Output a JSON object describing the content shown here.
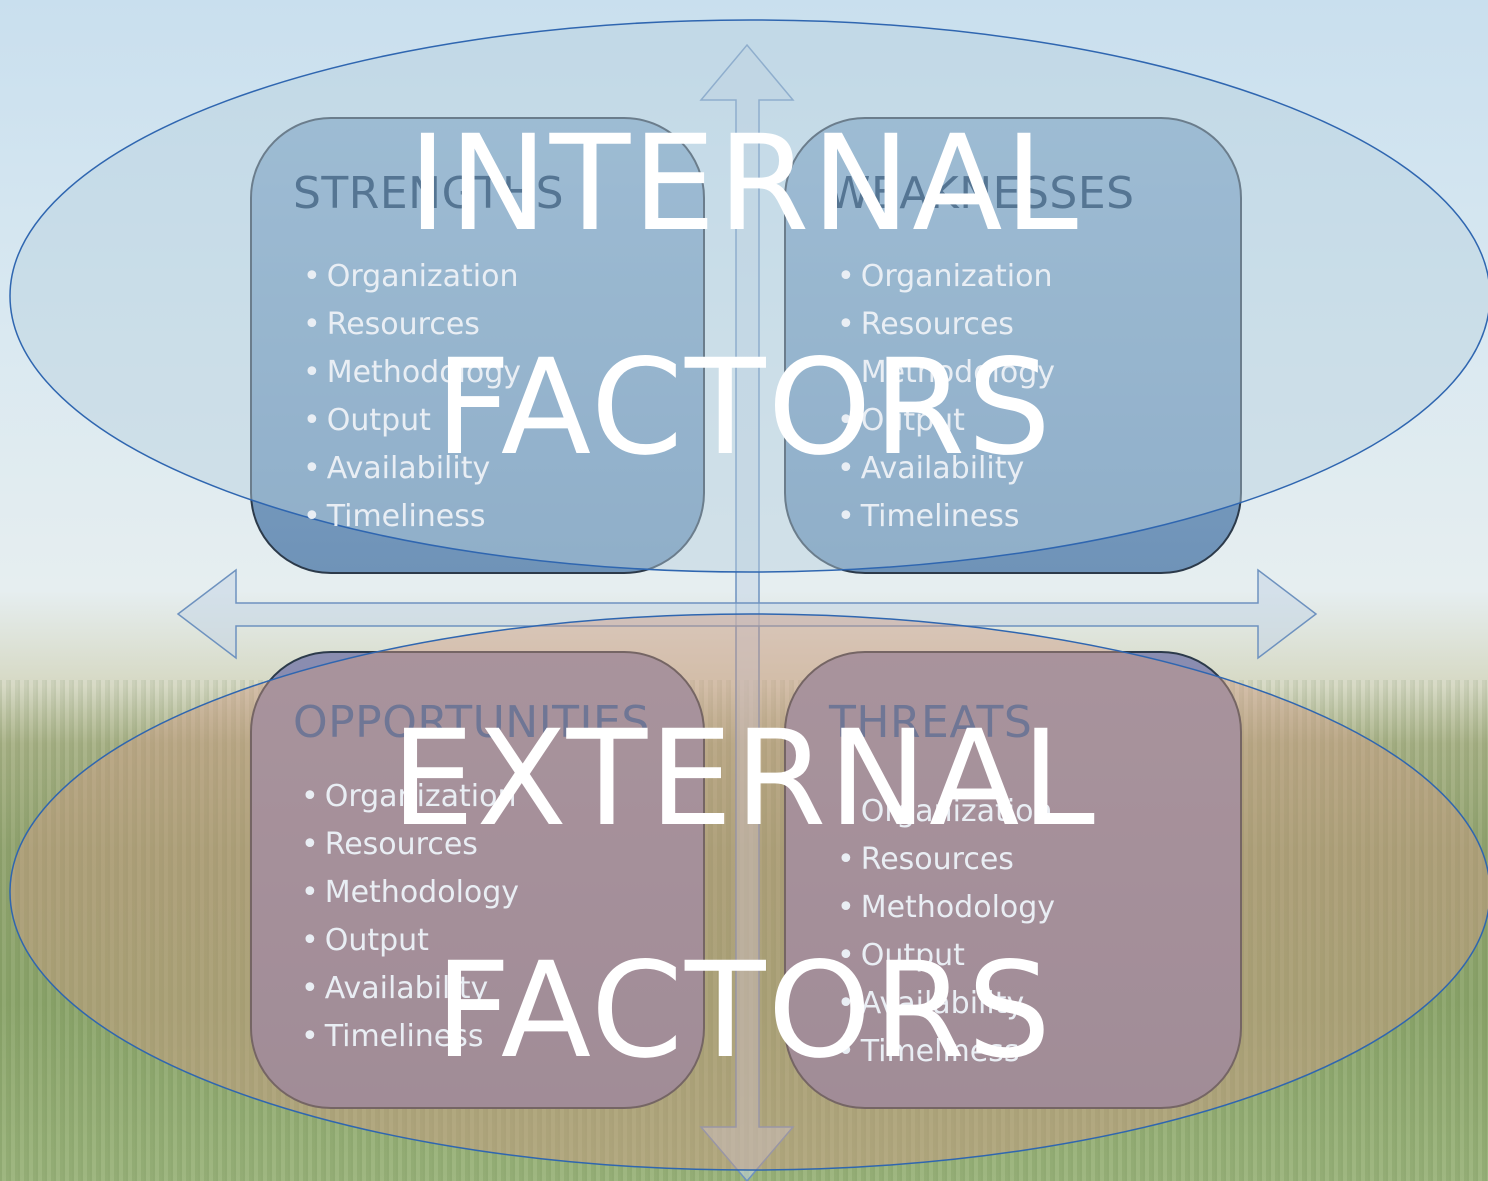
{
  "quadrants": {
    "strengths": {
      "title": "STRENGTHS",
      "items": [
        "Organization",
        "Resources",
        "Methodology",
        "Output",
        "Availability",
        "Timeliness"
      ]
    },
    "weaknesses": {
      "title": "WEAKNESSES",
      "items": [
        "Organization",
        "Resources",
        "Methodology",
        "Output",
        "Availability",
        "Timeliness"
      ]
    },
    "opportunities": {
      "title": "OPPORTUNITIES",
      "items": [
        "Organization",
        "Resources",
        "Methodology",
        "Output",
        "Availability",
        "Timeliness"
      ]
    },
    "threats": {
      "title": "THREATS",
      "items": [
        "Organization",
        "Resources",
        "Methodology",
        "Output",
        "Availability",
        "Timeliness"
      ]
    }
  },
  "overlays": {
    "internal": {
      "line1": "INTERNAL",
      "line2": "FACTORS"
    },
    "external": {
      "line1": "EXTERNAL",
      "line2": "FACTORS"
    }
  },
  "colors": {
    "box_top": "#7b9fc1",
    "box_bottom": "#8487ab",
    "ellipse_top": "#b7ccd8",
    "ellipse_bottom": "#c5a391",
    "outline": "#3a6aa8"
  }
}
